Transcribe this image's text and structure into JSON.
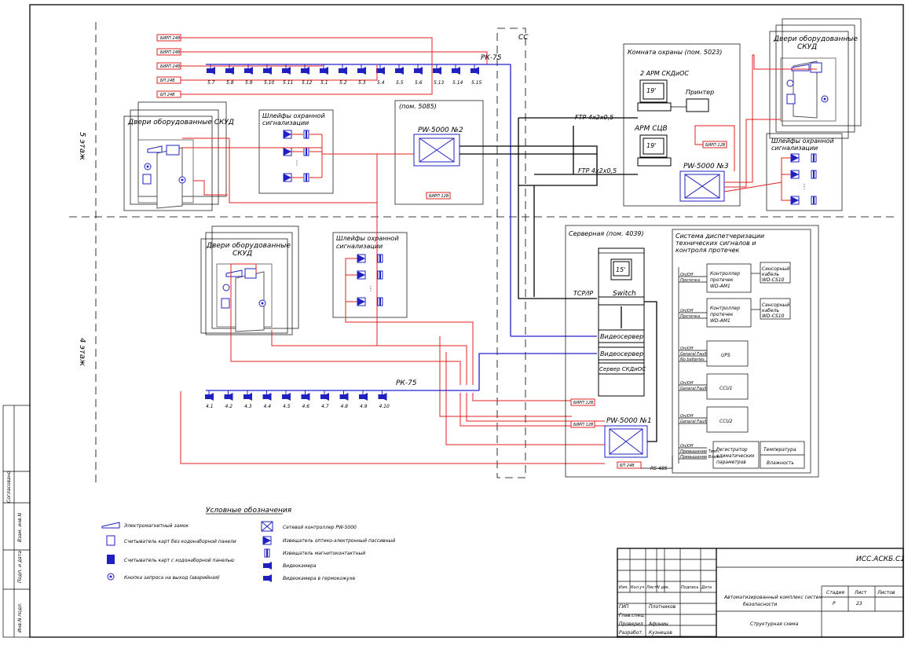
{
  "floors": {
    "floor5": "5 этаж",
    "floor4": "4 этаж"
  },
  "cc_label": "СС",
  "rk75_top": "РК-75",
  "rk75_bottom": "РК-75",
  "cams_top_left": [
    "5.7",
    "5.8",
    "5.9",
    "5.10",
    "5.11",
    "5.12"
  ],
  "cams_top_right": [
    "5.1",
    "5.2",
    "5.3",
    "5.4",
    "5.5",
    "5.6",
    "5.13",
    "5.14",
    "5.15"
  ],
  "cams_bottom": [
    "4.1",
    "4.2",
    "4.3",
    "4.4",
    "4.5",
    "4.6",
    "4.7",
    "4.8",
    "4.9",
    "4.10"
  ],
  "psu_top": [
    "БИРП 24В",
    "БИРП 24В",
    "БИРП 24В",
    "БП 24В",
    "БП 24В"
  ],
  "doors_5_left": {
    "title": "Двери оборудованные СКУД"
  },
  "doors_5_right": {
    "title": "Двери оборудованные СКУД"
  },
  "doors_4": {
    "title": "Двери оборудованные СКУД"
  },
  "loops_5_left": {
    "title": "Шлейфы охранной сигнализации"
  },
  "loops_5_right": {
    "title": "Шлейфы охранной сигнализации"
  },
  "loops_4": {
    "title": "Шлейфы охранной сигнализации"
  },
  "room5085": {
    "title": "(пом. 5085)",
    "controller": "PW-5000 №2",
    "psu": "БИРП 12В"
  },
  "guard_room": {
    "title": "Комната охраны (пом. 5023)",
    "arm1": "2 АРМ СКДиОС",
    "arm2": "АРМ СЦВ",
    "monitor": "19'",
    "printer": "Принтер",
    "controller": "PW-5000 №3",
    "psu": "БИРП 12В"
  },
  "ftp1": "FTP 4х2х0,5",
  "ftp2": "FTP 4х2х0,5",
  "server_room": {
    "title": "Серверная (пом. 4039)",
    "monitor": "15'",
    "tcpip": "TCP/IP",
    "switch": "Switch",
    "video1": "Видеосервер",
    "video2": "Видеосервер",
    "skd_server": "Сервер СКДиОС",
    "controller": "PW-5000 №1",
    "psu1": "БИРП 12В",
    "psu2": "БИРП 12В",
    "psu3": "БП 24В",
    "rs485": "RS-485"
  },
  "dispatch": {
    "title": "Система диспетчеризации технических сигналов и контроля протечек",
    "ctrl1": "Контроллер протечек WD-AM1",
    "ctrl2": "Контроллер протечек WD-AM1",
    "cable1": "Сенсорный кабель WD-CS10",
    "cable2": "Сенсорный кабель WD-CS10",
    "ups": "UPS",
    "ccu1": "CCU1",
    "ccu2": "CCU2",
    "reg": "Регистратор климатических параметров",
    "temp": "Температура",
    "hum": "Влажность",
    "sig_onoff": "On/Off",
    "sig_leak": "Протечка",
    "sig_gf": "General Fault",
    "sig_batt": "No batteries",
    "sig_low": "Превышение Темп.",
    "sig_high": "Превышение Влажн."
  },
  "legend": {
    "title": "Условные обозначения",
    "items": [
      "Электромагнитный замок",
      "Считыватель карт без кодонаборной панели",
      "Считыватель карт с кодонаборной панелью",
      "Кнопка запроса на выход (аварийная)",
      "Сетевой контроллер PW-5000",
      "Извещатель оптико-электронный пассивный",
      "Извещатель магнитоконтактный",
      "Видеокамера",
      "Видеокамера в гермокожухе"
    ]
  },
  "side_stamp": [
    "Согласовано",
    "Взам. инв.N",
    "Подп. и дата",
    "Инв.N подл."
  ],
  "title_block": {
    "code": "ИСС.АСКБ.С1",
    "hdr": [
      "Изм.",
      "Кол.уч",
      "Лист",
      "N док.",
      "Подпись",
      "Дата"
    ],
    "roles": [
      "ГИП",
      "Глав.спец.",
      "Проверил",
      "Разработ."
    ],
    "names": [
      "Плотников",
      "",
      "Афонин",
      "Кузнецов"
    ],
    "project": "Автоматизированный комплекс систем безопасности",
    "sheet_name": "Структурная схема",
    "stage_h": "Стадия",
    "sheet_h": "Лист",
    "sheets_h": "Листов",
    "stage": "Р",
    "sheet": "23"
  }
}
